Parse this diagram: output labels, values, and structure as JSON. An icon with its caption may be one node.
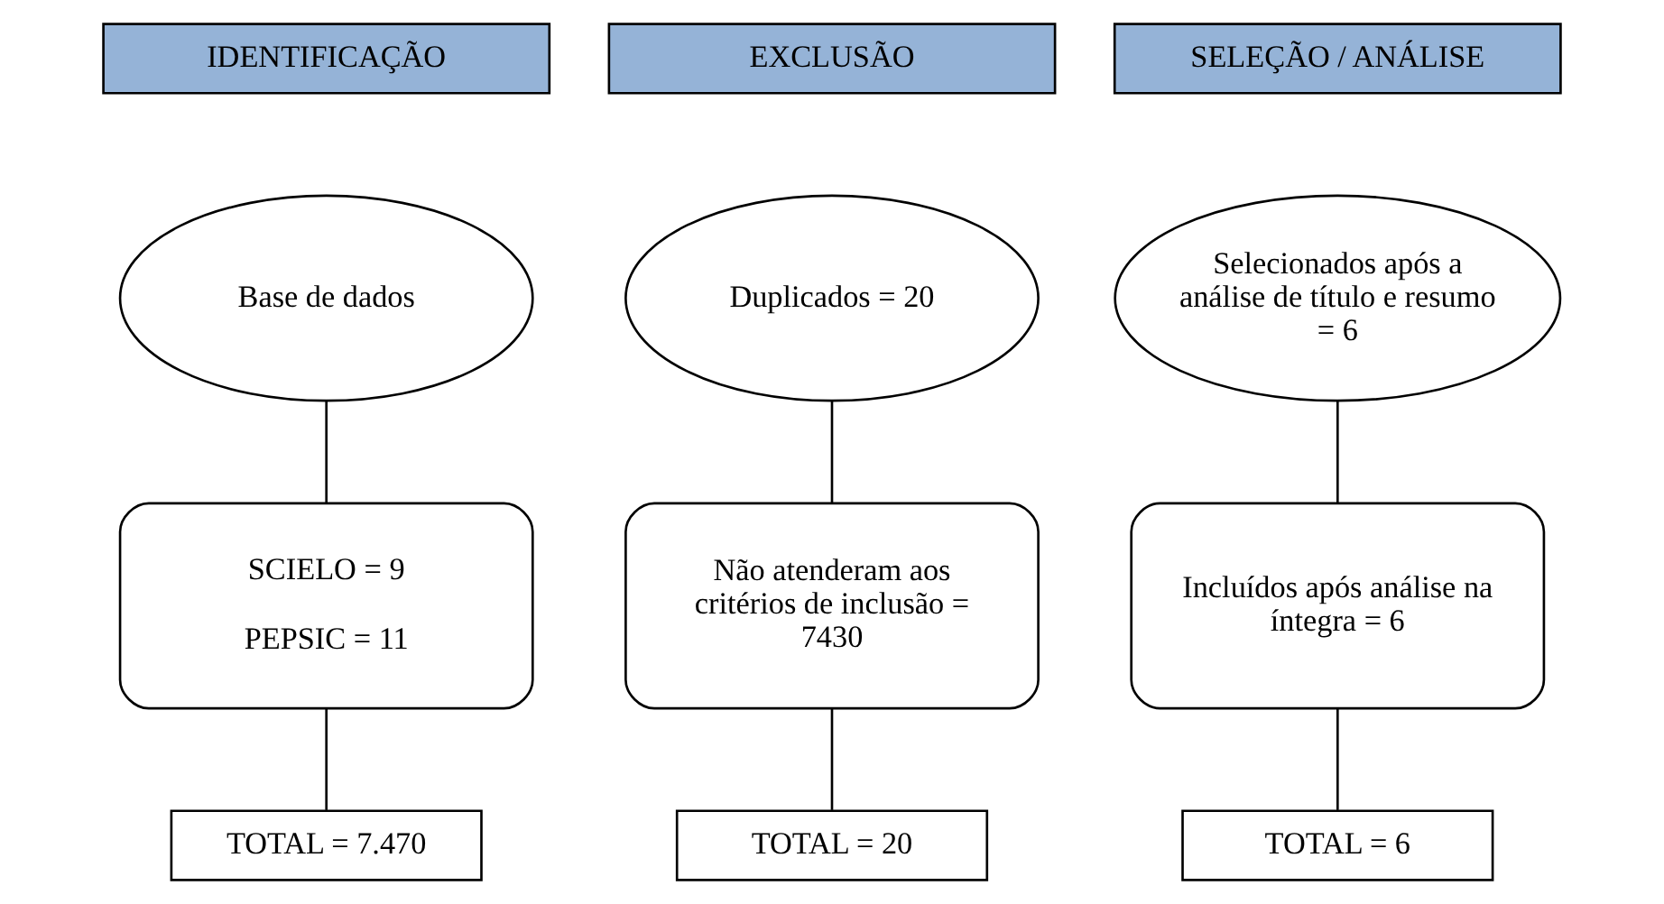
{
  "diagram": {
    "nodes": [
      {
        "text": [
          "IDENTIFICAÇÃO"
        ]
      },
      {
        "text": [
          "EXCLUSÃO"
        ]
      },
      {
        "text": [
          "SELEÇÃO / ANÁLISE"
        ]
      },
      {
        "text": [
          "Base de dados"
        ]
      },
      {
        "text": [
          "Duplicados = 20"
        ]
      },
      {
        "text": [
          "Selecionados após a análise de título e resumo = 6"
        ]
      },
      {
        "text": [
          "SCIELO = 9",
          "PEPSIC = 11"
        ]
      },
      {
        "text": [
          "Não atenderam aos critérios de inclusão = 7430"
        ]
      },
      {
        "text": [
          "Incluídos após análise na íntegra = 6"
        ]
      },
      {
        "text": [
          "TOTAL = 7.470"
        ]
      },
      {
        "text": [
          "TOTAL = 20"
        ]
      },
      {
        "text": [
          "TOTAL = 6"
        ]
      }
    ],
    "edges": [
      {
        "from": 3,
        "to": 6,
        "arrow": "none"
      },
      {
        "from": 4,
        "to": 7,
        "arrow": "none"
      },
      {
        "from": 5,
        "to": 8,
        "arrow": "none"
      },
      {
        "from": 6,
        "to": 9,
        "arrow": "none"
      },
      {
        "from": 7,
        "to": 10,
        "arrow": "none"
      },
      {
        "from": 8,
        "to": 11,
        "arrow": "none"
      }
    ]
  }
}
